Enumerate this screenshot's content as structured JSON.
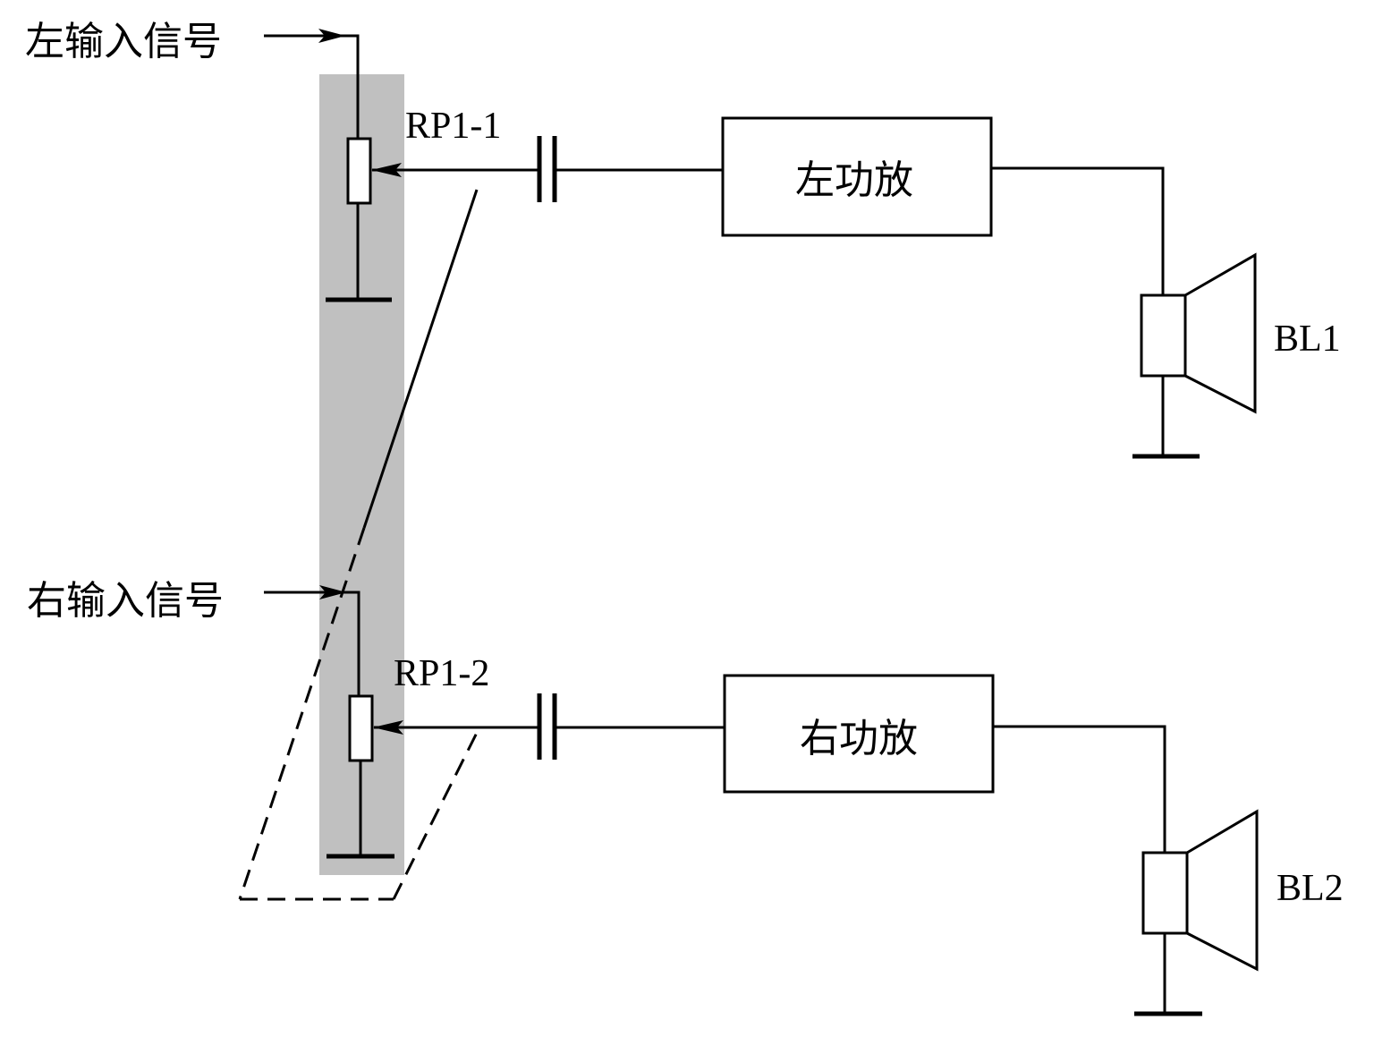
{
  "inputs": {
    "left": "左输入信号",
    "right": "右输入信号"
  },
  "potentiometers": {
    "left": "RP1-1",
    "right": "RP1-2"
  },
  "amplifiers": {
    "left": "左功放",
    "right": "右功放"
  },
  "speakers": {
    "left": "BL1",
    "right": "BL2"
  },
  "colors": {
    "shade": "#c0c0c0",
    "line": "#000000",
    "background": "#ffffff"
  }
}
